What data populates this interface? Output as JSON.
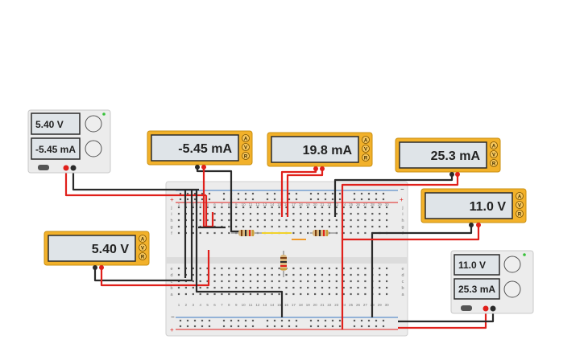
{
  "colors": {
    "meter_frame": "#f2b12a",
    "meter_screen": "#dfe4e8",
    "meter_border": "#2b2b2b",
    "wire_red": "#e0201b",
    "wire_black": "#2a2a2a",
    "breadboard": "#ececec",
    "psu_body": "#ececec"
  },
  "power_supply_left": {
    "voltage": "5.40 V",
    "current": "-5.45 mA"
  },
  "power_supply_right": {
    "voltage": "11.0 V",
    "current": "25.3 mA"
  },
  "meters": {
    "m1": {
      "reading": "-5.45 mA"
    },
    "m2": {
      "reading": "19.8 mA"
    },
    "m3": {
      "reading": "25.3 mA"
    },
    "m4": {
      "reading": "11.0 V"
    },
    "m5": {
      "reading": "5.40 V"
    }
  },
  "meter_mode_labels": [
    "A",
    "V",
    "R"
  ],
  "breadboard": {
    "column_numbers": [
      "1",
      "2",
      "3",
      "4",
      "5",
      "6",
      "7",
      "8",
      "9",
      "10",
      "11",
      "12",
      "13",
      "14",
      "15",
      "16",
      "17",
      "18",
      "19",
      "20",
      "21",
      "22",
      "23",
      "24",
      "25",
      "26",
      "27",
      "28",
      "29",
      "30"
    ],
    "row_letters_top": [
      "j",
      "i",
      "h",
      "g",
      "f"
    ],
    "row_letters_bottom": [
      "e",
      "d",
      "c",
      "b",
      "a"
    ],
    "rail_minus": "−",
    "rail_plus": "+"
  }
}
